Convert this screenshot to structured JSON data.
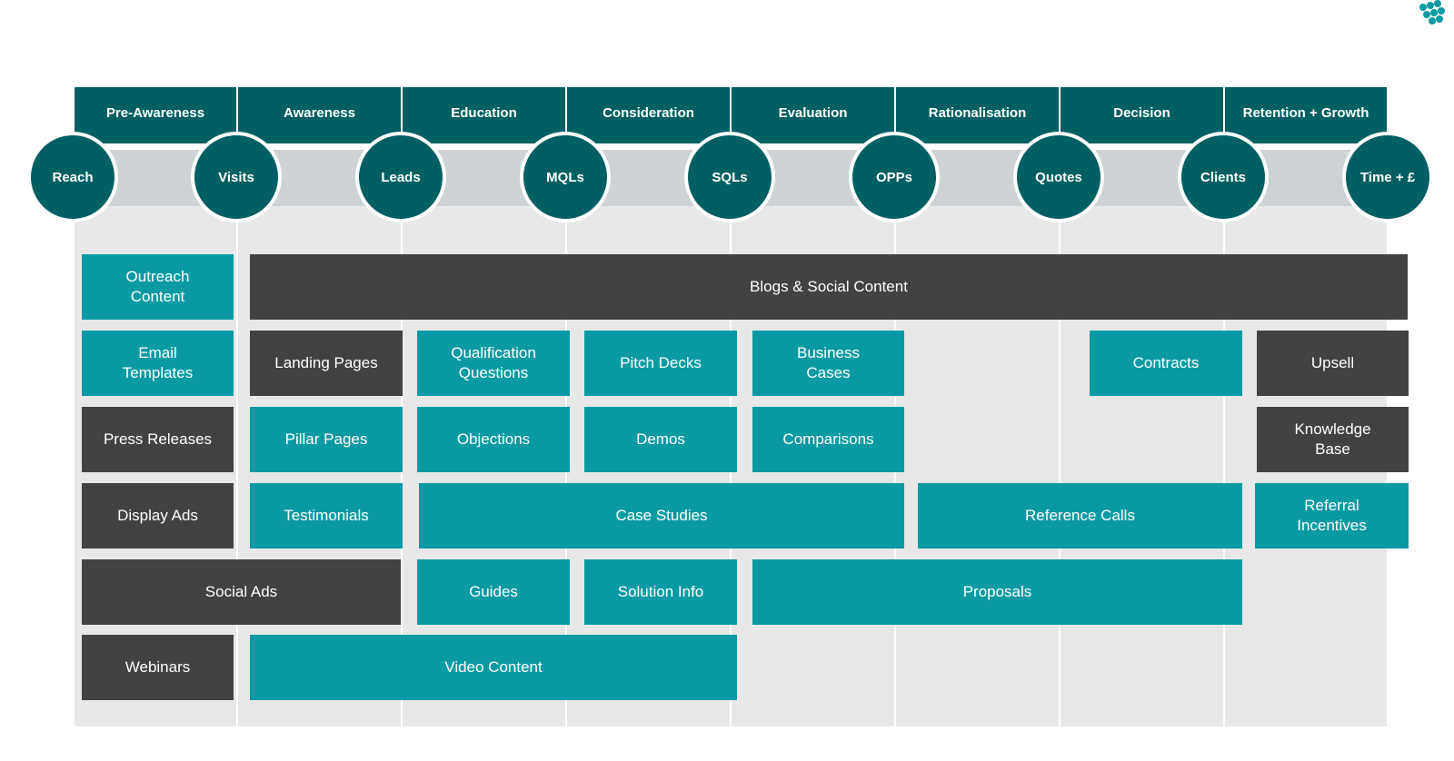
{
  "colors": {
    "header": "#005f63",
    "teal": "#0a9aa4",
    "dark": "#424242",
    "band": "#cdd3d4",
    "column": "#e8e8e8"
  },
  "stages": [
    "Pre-Awareness",
    "Awareness",
    "Education",
    "Consideration",
    "Evaluation",
    "Rationalisation",
    "Decision",
    "Retention + Growth"
  ],
  "milestones": [
    "Reach",
    "Visits",
    "Leads",
    "MQLs",
    "SQLs",
    "OPPs",
    "Quotes",
    "Clients",
    "Time + £"
  ],
  "tiles": [
    {
      "label": "Outreach\nContent",
      "style": "teal"
    },
    {
      "label": "Blogs & Social Content",
      "style": "dark"
    },
    {
      "label": "Email\nTemplates",
      "style": "teal"
    },
    {
      "label": "Landing Pages",
      "style": "dark"
    },
    {
      "label": "Qualification\nQuestions",
      "style": "teal"
    },
    {
      "label": "Pitch Decks",
      "style": "teal"
    },
    {
      "label": "Business\nCases",
      "style": "teal"
    },
    {
      "label": "Contracts",
      "style": "teal"
    },
    {
      "label": "Upsell",
      "style": "dark"
    },
    {
      "label": "Press Releases",
      "style": "dark"
    },
    {
      "label": "Pillar Pages",
      "style": "teal"
    },
    {
      "label": "Objections",
      "style": "teal"
    },
    {
      "label": "Demos",
      "style": "teal"
    },
    {
      "label": "Comparisons",
      "style": "teal"
    },
    {
      "label": "Knowledge\nBase",
      "style": "dark"
    },
    {
      "label": "Display Ads",
      "style": "dark"
    },
    {
      "label": "Testimonials",
      "style": "teal"
    },
    {
      "label": "Case Studies",
      "style": "teal"
    },
    {
      "label": "Reference Calls",
      "style": "teal"
    },
    {
      "label": "Referral\nIncentives",
      "style": "teal"
    },
    {
      "label": "Social Ads",
      "style": "dark"
    },
    {
      "label": "Guides",
      "style": "teal"
    },
    {
      "label": "Solution Info",
      "style": "teal"
    },
    {
      "label": "Proposals",
      "style": "teal"
    },
    {
      "label": "Webinars",
      "style": "dark"
    },
    {
      "label": "Video Content",
      "style": "teal"
    }
  ]
}
